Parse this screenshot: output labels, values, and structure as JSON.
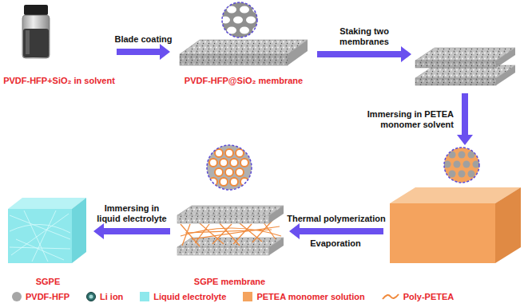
{
  "diagram": {
    "nodes": [
      {
        "text": [
          "PVDF-HFP+SiO₂ in solvent"
        ]
      },
      {
        "text": [
          "PVDF-HFP@SiO₂ membrane"
        ]
      },
      {
        "text": []
      },
      {
        "text": []
      },
      {
        "text": [
          "SGPE membrane"
        ]
      },
      {
        "text": [
          "SGPE"
        ]
      }
    ],
    "edges": [
      {
        "from": 0,
        "to": 1,
        "label": "Blade coating",
        "arrow": "to"
      },
      {
        "from": 1,
        "to": 2,
        "label": "Staking two membranes",
        "arrow": "to"
      },
      {
        "from": 2,
        "to": 3,
        "label": "Immersing in PETEA monomer solvent",
        "arrow": "to"
      },
      {
        "from": 3,
        "to": 4,
        "label": "Thermal polymerization",
        "arrow": "to"
      },
      {
        "from": 4,
        "to": 5,
        "label": "Immersing in liquid electrolyte",
        "arrow": "to"
      }
    ],
    "labels": [
      "Evaporation"
    ],
    "legend": [
      {
        "text": "PVDF-HFP",
        "color": "#a6a6a6"
      },
      {
        "text": "Li ion"
      },
      {
        "text": "Liquid electrolyte",
        "color": "#8fe8ec"
      },
      {
        "text": "PETEA monomer solution",
        "color": "#f4a35e"
      },
      {
        "text": "Poly-PETEA"
      }
    ]
  }
}
